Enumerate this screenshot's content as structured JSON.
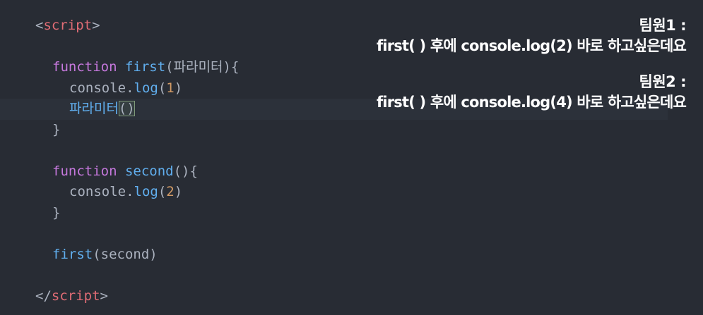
{
  "code": {
    "script_open_lt": "<",
    "script_open_name": "script",
    "script_open_gt": ">",
    "fn1_keyword": "function",
    "fn1_name": "first",
    "fn1_params": "(파라미터){",
    "fn1_body1_obj": "console.",
    "fn1_body1_method": "log",
    "fn1_body1_open": "(",
    "fn1_body1_arg": "1",
    "fn1_body1_close": ")",
    "fn1_body2_call": "파라미터",
    "fn1_body2_parens": "()",
    "fn1_close": "}",
    "fn2_keyword": "function",
    "fn2_name": "second",
    "fn2_params": "(){",
    "fn2_body1_obj": "console.",
    "fn2_body1_method": "log",
    "fn2_body1_open": "(",
    "fn2_body1_arg": "2",
    "fn2_body1_close": ")",
    "fn2_close": "}",
    "call_name": "first",
    "call_args": "(second)",
    "script_close_lt": "</",
    "script_close_name": "script",
    "script_close_gt": ">"
  },
  "notes": [
    {
      "title": "팀원1 :",
      "text": "first( ) 후에 console.log(2) 바로 하고싶은데요"
    },
    {
      "title": "팀원2 :",
      "text": "first( ) 후에 console.log(4) 바로 하고싶은데요"
    }
  ]
}
